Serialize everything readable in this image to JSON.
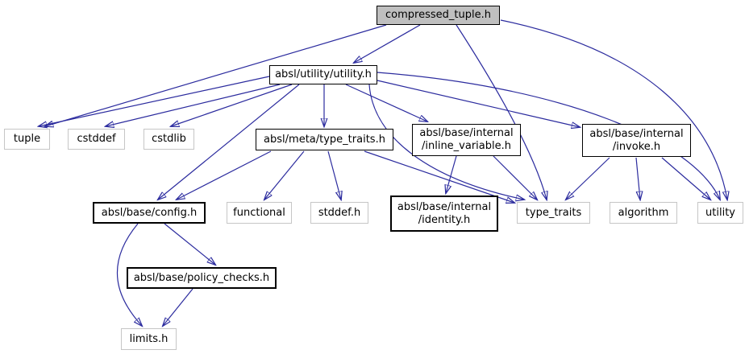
{
  "diagram": {
    "kind": "doxygen-include-dependency-graph",
    "root": "compressed_tuple.h",
    "colors": {
      "edge": "#2b2b9e",
      "root_fill": "#bfbfbf",
      "linked_node_border": "#000000",
      "system_node_border": "#c6c6c6",
      "node_fill": "#ffffff"
    },
    "nodes": [
      {
        "id": "compressed_tuple",
        "label": "compressed_tuple.h",
        "kind": "root"
      },
      {
        "id": "utility_h",
        "label": "absl/utility/utility.h",
        "kind": "linked"
      },
      {
        "id": "tuple",
        "label": "tuple",
        "kind": "system"
      },
      {
        "id": "cstddef",
        "label": "cstddef",
        "kind": "system"
      },
      {
        "id": "cstdlib",
        "label": "cstdlib",
        "kind": "system"
      },
      {
        "id": "meta_type_traits",
        "label": "absl/meta/type_traits.h",
        "kind": "linked"
      },
      {
        "id": "inline_variable",
        "label": "absl/base/internal\n/inline_variable.h",
        "kind": "linked"
      },
      {
        "id": "invoke",
        "label": "absl/base/internal\n/invoke.h",
        "kind": "linked"
      },
      {
        "id": "config",
        "label": "absl/base/config.h",
        "kind": "linked"
      },
      {
        "id": "functional",
        "label": "functional",
        "kind": "system"
      },
      {
        "id": "stddef_h",
        "label": "stddef.h",
        "kind": "system"
      },
      {
        "id": "identity",
        "label": "absl/base/internal\n/identity.h",
        "kind": "linked"
      },
      {
        "id": "type_traits_std",
        "label": "type_traits",
        "kind": "system"
      },
      {
        "id": "algorithm",
        "label": "algorithm",
        "kind": "system"
      },
      {
        "id": "utility_std",
        "label": "utility",
        "kind": "system"
      },
      {
        "id": "policy_checks",
        "label": "absl/base/policy_checks.h",
        "kind": "linked"
      },
      {
        "id": "limits_h",
        "label": "limits.h",
        "kind": "system"
      }
    ],
    "edges": [
      {
        "from": "compressed_tuple",
        "to": "utility_h"
      },
      {
        "from": "compressed_tuple",
        "to": "tuple"
      },
      {
        "from": "compressed_tuple",
        "to": "type_traits_std"
      },
      {
        "from": "compressed_tuple",
        "to": "utility_std"
      },
      {
        "from": "utility_h",
        "to": "tuple"
      },
      {
        "from": "utility_h",
        "to": "cstddef"
      },
      {
        "from": "utility_h",
        "to": "cstdlib"
      },
      {
        "from": "utility_h",
        "to": "config"
      },
      {
        "from": "utility_h",
        "to": "meta_type_traits"
      },
      {
        "from": "utility_h",
        "to": "inline_variable"
      },
      {
        "from": "utility_h",
        "to": "invoke"
      },
      {
        "from": "utility_h",
        "to": "type_traits_std"
      },
      {
        "from": "utility_h",
        "to": "utility_std"
      },
      {
        "from": "meta_type_traits",
        "to": "config"
      },
      {
        "from": "meta_type_traits",
        "to": "functional"
      },
      {
        "from": "meta_type_traits",
        "to": "stddef_h"
      },
      {
        "from": "meta_type_traits",
        "to": "type_traits_std"
      },
      {
        "from": "inline_variable",
        "to": "identity"
      },
      {
        "from": "inline_variable",
        "to": "type_traits_std"
      },
      {
        "from": "invoke",
        "to": "type_traits_std"
      },
      {
        "from": "invoke",
        "to": "algorithm"
      },
      {
        "from": "invoke",
        "to": "utility_std"
      },
      {
        "from": "config",
        "to": "policy_checks"
      },
      {
        "from": "config",
        "to": "limits_h"
      },
      {
        "from": "policy_checks",
        "to": "limits_h"
      }
    ]
  }
}
